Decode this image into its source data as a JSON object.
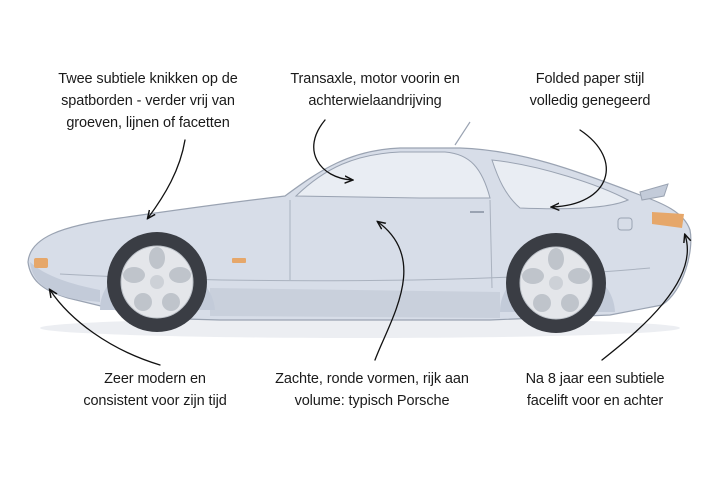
{
  "annotations": {
    "top_left": [
      "Twee subtiele knikken op de",
      "spatborden - verder vrij van",
      "groeven, lijnen of facetten"
    ],
    "top_center": [
      "Transaxle, motor voorin en",
      "achterwielaandrijving"
    ],
    "top_right": [
      "Folded paper stijl",
      "volledig genegeerd"
    ],
    "bottom_left": [
      "Zeer modern en",
      "consistent voor zijn tijd"
    ],
    "bottom_center": [
      "Zachte, ronde vormen, rijk aan",
      "volume: typisch Porsche"
    ],
    "bottom_right": [
      "Na 8 jaar een subtiele",
      "facelift voor en achter"
    ]
  },
  "colors": {
    "body": "#d7dde8",
    "body_shade": "#c3cbd9",
    "outline": "#9aa3b2",
    "glass": "#e9edf3",
    "tyre": "#3a3d44",
    "wheel": "#e4e6ea",
    "light": "#e6a76a",
    "arrow": "#111111"
  },
  "illustration": {
    "subject": "car-side-view",
    "icon": "car-illustration"
  }
}
